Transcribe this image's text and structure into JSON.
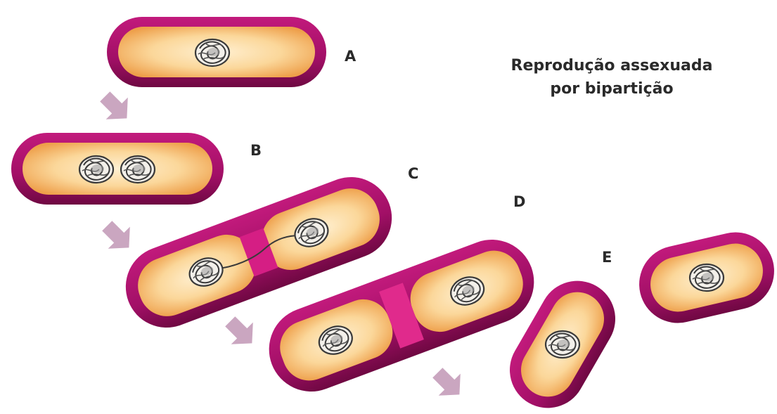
{
  "title": {
    "line1": "Reprodução assexuada",
    "line2": "por bipartição"
  },
  "stages": {
    "a": "A",
    "b": "B",
    "c": "C",
    "d": "D",
    "e": "E"
  },
  "colors": {
    "membrane": "#b0126e",
    "membrane_edge": "#7d0a4c",
    "cytoplasm": "#f2b56a",
    "cytoplasm_light": "#fde6bd",
    "septum": "#e2338f",
    "arrow": "#c9a3bd",
    "chromosome": "#3a3a3a"
  }
}
